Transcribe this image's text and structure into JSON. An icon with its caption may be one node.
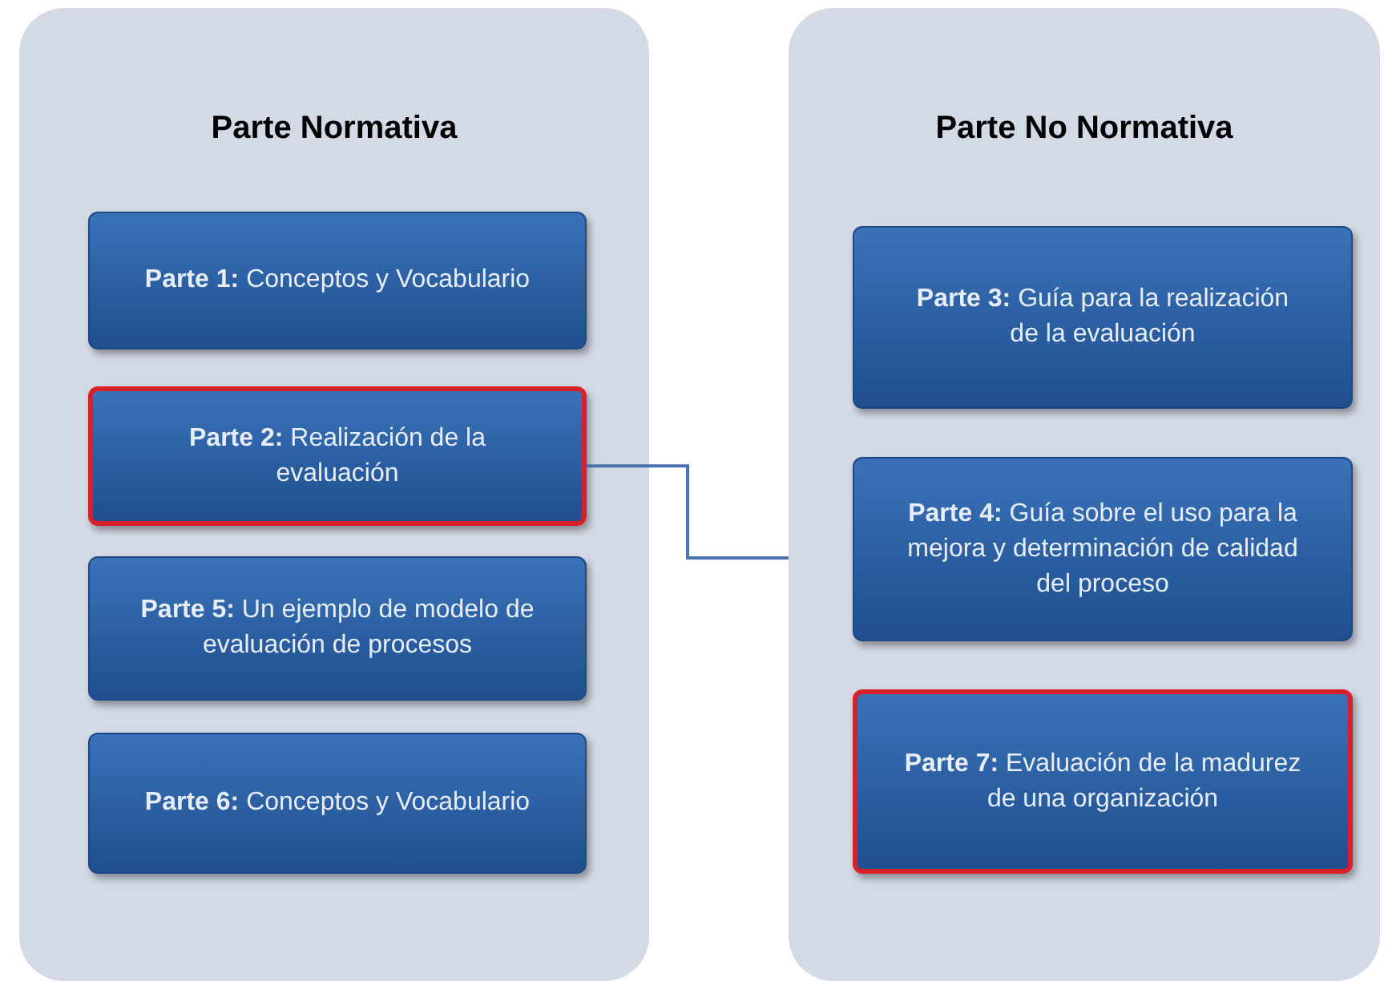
{
  "diagram": {
    "nodes": [
      {
        "text": [
          "Parte Normativa"
        ]
      },
      {
        "text": [
          "**Parte 1:** Conceptos y Vocabulario"
        ],
        "in": 0
      },
      {
        "text": [
          "**Parte 2:** Realización de la evaluación"
        ],
        "in": 0
      },
      {
        "text": [
          "**Parte 5:** Un ejemplo de modelo de evaluación de procesos"
        ],
        "in": 0
      },
      {
        "text": [
          "**Parte 6:** Conceptos y Vocabulario"
        ],
        "in": 0
      },
      {
        "text": [
          "Parte No Normativa"
        ]
      },
      {
        "text": [
          "**Parte 3:** Guía para la realización de la evaluación"
        ],
        "in": 5
      },
      {
        "text": [
          "**Parte 4:** Guía sobre el uso para la mejora y determinación de calidad del proceso"
        ],
        "in": 5
      },
      {
        "text": [
          "**Parte 7:** Evaluación de la madurez de una organización"
        ],
        "in": 5
      }
    ],
    "edges": [
      {
        "from": 2,
        "to": 5,
        "arrow": "none"
      }
    ]
  }
}
